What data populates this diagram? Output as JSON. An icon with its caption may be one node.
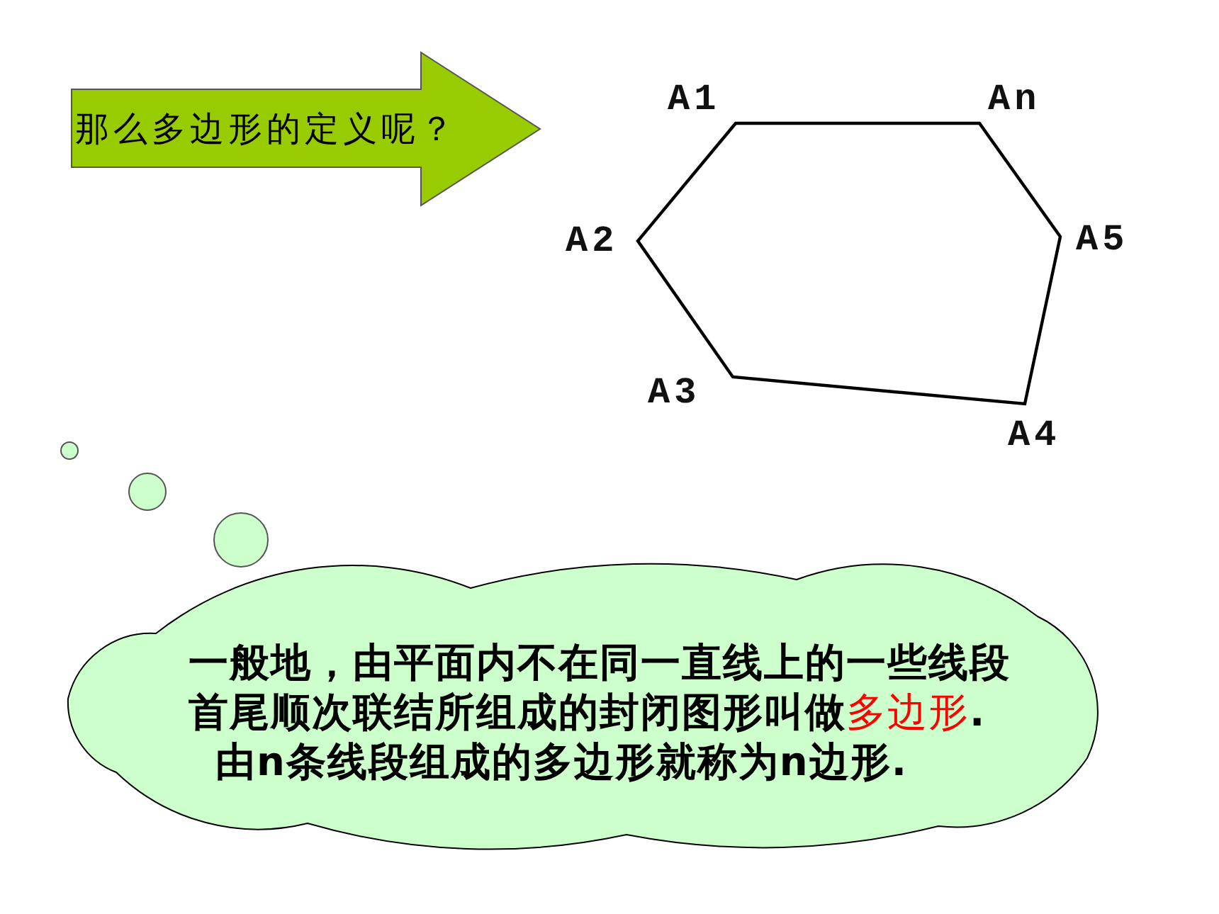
{
  "diagram": {
    "nodes": [
      {
        "text": [
          "那么多边形的定义呢？"
        ]
      },
      {
        "text": [
          "一般地，由平面内不在同一直线上的一些线段首尾顺次联结所组成的封闭图形叫做**多边形**.",
          "由n条线段组成的多边形就称为n边形."
        ]
      }
    ],
    "labels": [
      "A1",
      "An",
      "A2",
      "A5",
      "A3",
      "A4"
    ]
  }
}
